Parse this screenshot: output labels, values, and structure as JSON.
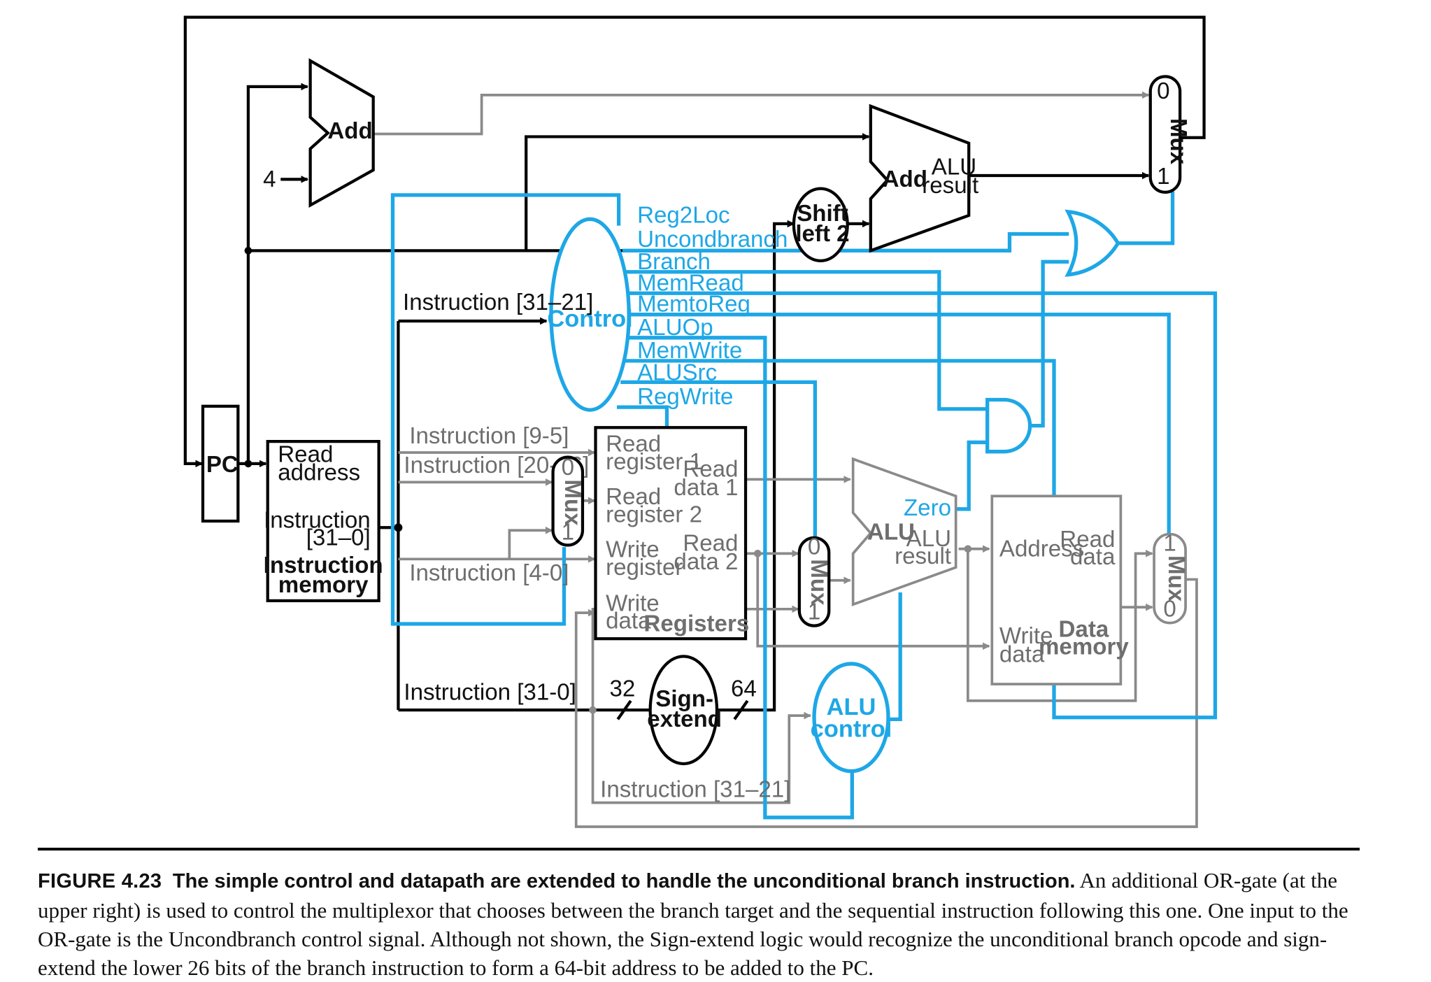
{
  "diagram": {
    "pc": "PC",
    "add_pc": "Add",
    "four": "4",
    "add_branch": "Add",
    "alu_result_top_1": "ALU",
    "alu_result_top_2": "result",
    "shift_1": "Shift",
    "shift_2": "left 2",
    "mux_top_0": "0",
    "mux_top_letters": "Mux",
    "mux_top_1": "1",
    "control": "Control",
    "signals": [
      "Reg2Loc",
      "Uncondbranch",
      "Branch",
      "MemRead",
      "MemtoReg",
      "ALUOp",
      "MemWrite",
      "ALUSrc",
      "RegWrite"
    ],
    "instr_31_21_top": "Instruction [31–21]",
    "instr_9_5": "Instruction [9-5]",
    "instr_20_16": "Instruction [20-16]",
    "instr_4_0": "Instruction [4-0]",
    "instr_31_0": "Instruction [31-0]",
    "instr_31_21_bottom": "Instruction [31–21]",
    "imem_read_1": "Read",
    "imem_read_2": "address",
    "imem_instr_1": "Instruction",
    "imem_instr_2": "[31–0]",
    "imem_name_1": "Instruction",
    "imem_name_2": "memory",
    "mux_reg_0": "0",
    "mux_reg_letters": "Mux",
    "mux_reg_1": "1",
    "reg_read_reg1_a": "Read",
    "reg_read_reg1_b": "register 1",
    "reg_read_reg2_a": "Read",
    "reg_read_reg2_b": "register 2",
    "reg_write_reg_a": "Write",
    "reg_write_reg_b": "register",
    "reg_write_data_a": "Write",
    "reg_write_data_b": "data",
    "reg_read_data1_a": "Read",
    "reg_read_data1_b": "data 1",
    "reg_read_data2_a": "Read",
    "reg_read_data2_b": "data 2",
    "registers": "Registers",
    "mux_alu_0": "0",
    "mux_alu_letters": "Mux",
    "mux_alu_1": "1",
    "alu": "ALU",
    "zero": "Zero",
    "alu_result_1": "ALU",
    "alu_result_2": "result",
    "dmem_address": "Address",
    "dmem_read_1": "Read",
    "dmem_read_2": "data",
    "dmem_write_1": "Write",
    "dmem_write_2": "data",
    "dmem_name_1": "Data",
    "dmem_name_2": "memory",
    "mux_mem_1": "1",
    "mux_mem_letters": "Mux",
    "mux_mem_0": "0",
    "sign_1": "Sign-",
    "sign_2": "extend",
    "bits_32": "32",
    "bits_64": "64",
    "alu_control_1": "ALU",
    "alu_control_2": "control"
  },
  "caption": {
    "figure": "FIGURE 4.23",
    "title": "The simple control and datapath are extended to handle the unconditional branch instruction.",
    "body": "An additional OR-gate (at the upper right) is used to control the multiplexor that chooses between the branch target and the sequential instruction following this one. One input to the OR-gate is the Uncondbranch control signal. Although not shown, the Sign-extend logic would recognize the unconditional branch opcode and sign-extend the lower 26 bits of the branch instruction to form a 64-bit address to be added to the PC."
  }
}
